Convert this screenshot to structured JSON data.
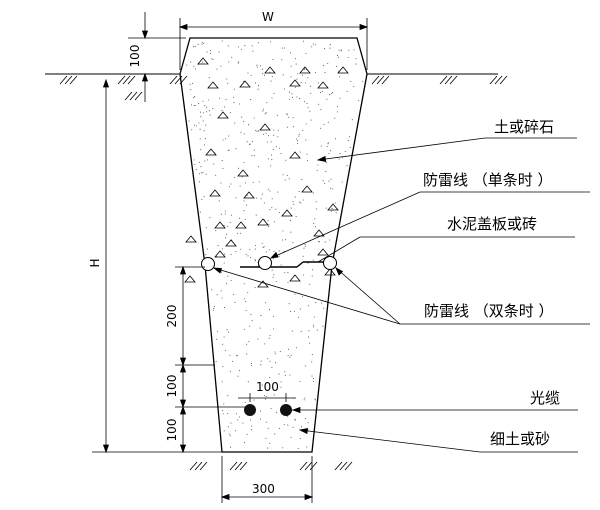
{
  "dimensions": {
    "top_width": "W",
    "cover_depth": "100",
    "depth": "H",
    "spacing_200": "200",
    "spacing_100_mid": "100",
    "spacing_100_bottom": "100",
    "cable_spacing": "100",
    "bottom_width": "300"
  },
  "labels": {
    "soil_or_gravel": "土或碎石",
    "lightning_single": "防雷线 （单条时 ）",
    "concrete_cover": "水泥盖板或砖",
    "lightning_double": "防雷线 （双条时 ）",
    "optical_cable": "光缆",
    "fine_soil_or_sand": "细土或砂"
  }
}
